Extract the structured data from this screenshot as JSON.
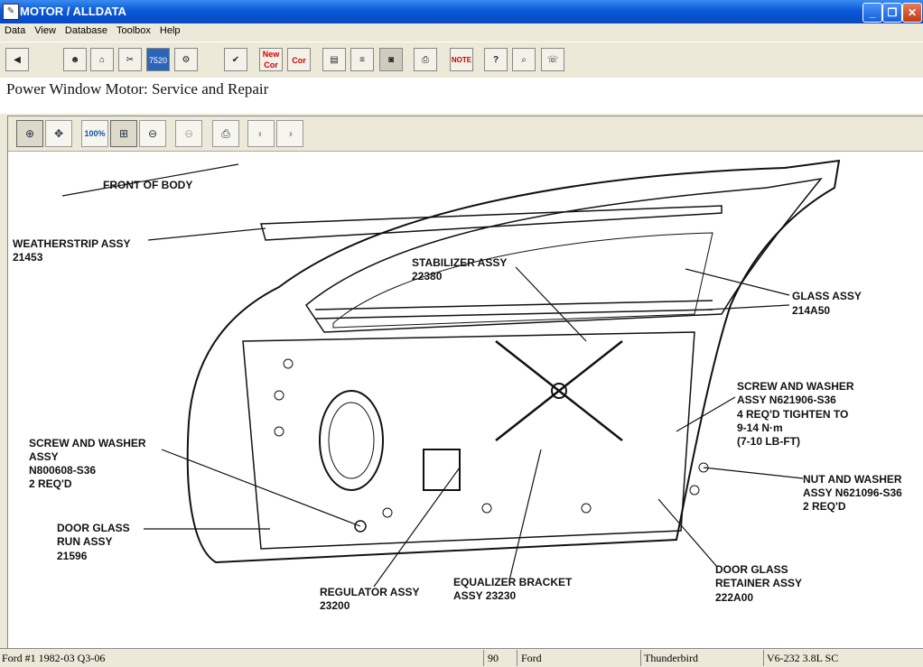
{
  "window": {
    "title": "MOTOR / ALLDATA"
  },
  "menu": [
    "Data",
    "View",
    "Database",
    "Toolbox",
    "Help"
  ],
  "toolbar": {
    "new_cor_label": "New Cor",
    "back_cor_label": "Cor",
    "code_label": "7520",
    "note_label": "NOTE"
  },
  "page": {
    "heading": "Power Window Motor:  Service and Repair"
  },
  "viewer_toolbar": {
    "zoom_label": "100%"
  },
  "diagram": {
    "front_of_body": "FRONT OF BODY",
    "weatherstrip": [
      "WEATHERSTRIP ASSY",
      "21453"
    ],
    "stabilizer": [
      "STABILIZER ASSY",
      "22380"
    ],
    "glass": [
      "GLASS ASSY",
      "214A50"
    ],
    "screw_washer_right": [
      "SCREW AND WASHER",
      "ASSY N621906-S36",
      "4 REQ'D TIGHTEN TO",
      "9-14 N·m",
      "(7-10 LB-FT)"
    ],
    "screw_washer_left": [
      "SCREW AND WASHER",
      "ASSY",
      "N800608-S36",
      "2 REQ'D"
    ],
    "nut_washer": [
      "NUT AND WASHER",
      "ASSY N621096-S36",
      "2 REQ'D"
    ],
    "door_glass_run": [
      "DOOR GLASS",
      "RUN ASSY",
      "21596"
    ],
    "regulator": [
      "REGULATOR ASSY",
      "23200"
    ],
    "equalizer": [
      "EQUALIZER BRACKET",
      "ASSY 23230"
    ],
    "retainer": [
      "DOOR GLASS",
      "RETAINER ASSY",
      "222A00"
    ]
  },
  "status": {
    "database": "Ford #1 1982-03 Q3-06",
    "year": "90",
    "make": "Ford",
    "model": "Thunderbird",
    "engine": "V6-232 3.8L SC"
  }
}
